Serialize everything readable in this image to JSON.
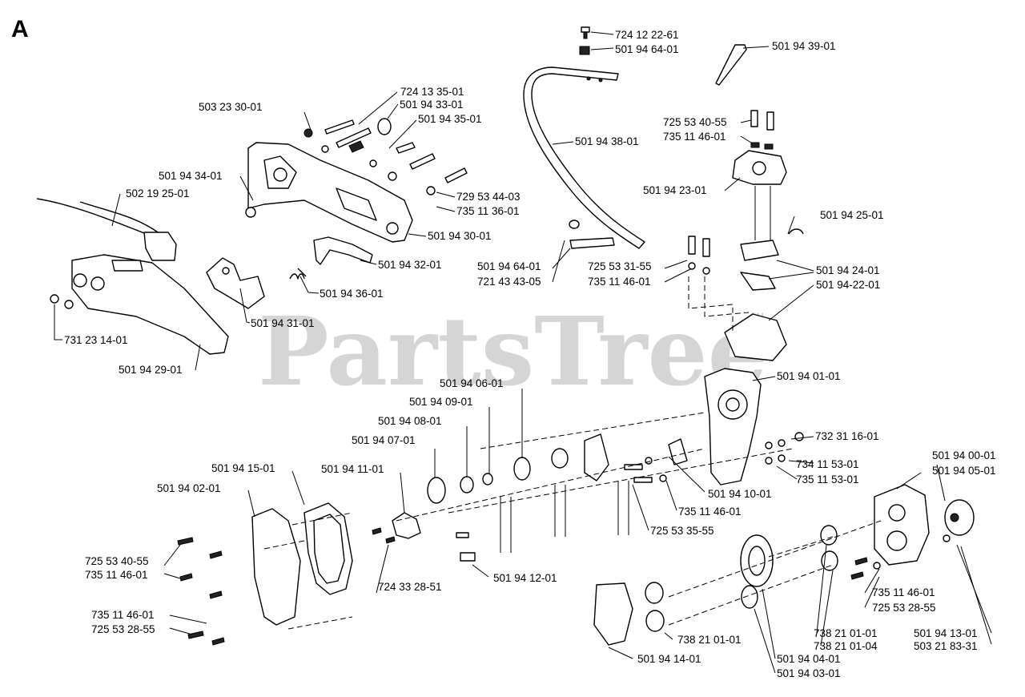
{
  "section_letter": "A",
  "watermark": "PartsTree",
  "watermark_tm": "TM",
  "labels": [
    "724 12 22-61",
    "501 94 64-01",
    "501 94 39-01",
    "724 13 35-01",
    "503 23 30-01",
    "501 94 33-01",
    "501 94 35-01",
    "501 94 38-01",
    "725 53 40-55",
    "735 11 46-01",
    "501 94 34-01",
    "502 19 25-01",
    "729 53 44-03",
    "735 11 36-01",
    "501 94 23-01",
    "501 94 25-01",
    "501 94 30-01",
    "501 94 32-01",
    "501 94 64-01",
    "721 43 43-05",
    "725 53 31-55",
    "735 11 46-01",
    "501 94 24-01",
    "501 94-22-01",
    "501 94 36-01",
    "731 23 14-01",
    "501 94 31-01",
    "501 94 29-01",
    "501 94 06-01",
    "501 94 01-01",
    "501 94 09-01",
    "501 94 08-01",
    "501 94 07-01",
    "732 31 16-01",
    "501 94 15-01",
    "501 94 11-01",
    "734 11 53-01",
    "735 11 53-01",
    "501 94 00-01",
    "501 94 05-01",
    "501 94 02-01",
    "501 94 10-01",
    "735 11 46-01",
    "725 53 35-55",
    "725 53 40-55",
    "735 11 46-01",
    "501 94 12-01",
    "724 33 28-51",
    "735 11 46-01",
    "725 53 28-55",
    "735 11 46-01",
    "725 53 28-55",
    "738 21 01-01",
    "738 21 01-04",
    "738 21 01-01",
    "501 94 13-01",
    "503 21 83-31",
    "501 94 14-01",
    "501 94 04-01",
    "501 94 03-01"
  ]
}
